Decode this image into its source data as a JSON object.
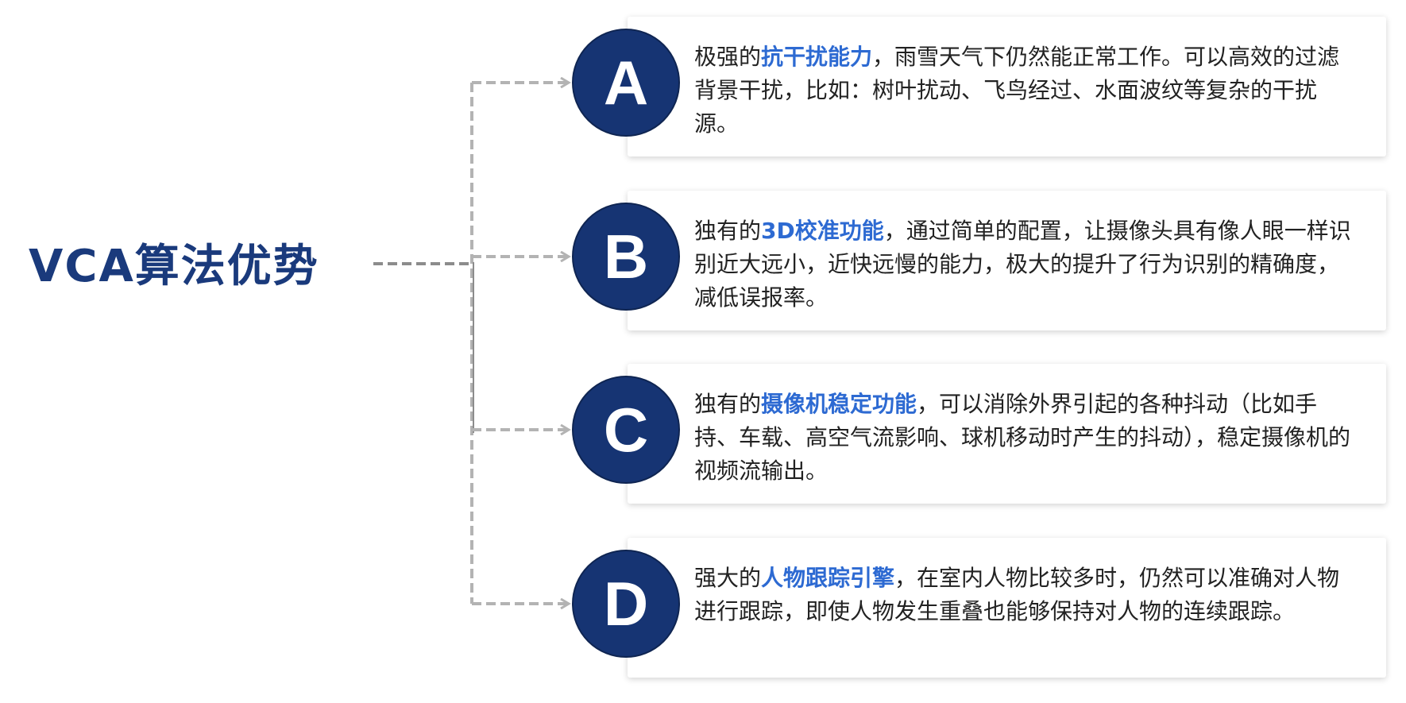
{
  "title": "VCA算法优势",
  "items": [
    {
      "letter": "A",
      "prefix": "极强的",
      "highlight": "抗干扰能力",
      "suffix": "，雨雪天气下仍然能正常工作。可以高效的过滤背景干扰，比如：树叶扰动、飞鸟经过、水面波纹等复杂的干扰源。"
    },
    {
      "letter": "B",
      "prefix": "独有的",
      "highlight": "3D校准功能",
      "suffix": "，通过简单的配置，让摄像头具有像人眼一样识别近大远小，近快远慢的能力，极大的提升了行为识别的精确度，减低误报率。"
    },
    {
      "letter": "C",
      "prefix": "独有的",
      "highlight": "摄像机稳定功能",
      "suffix": "，可以消除外界引起的各种抖动（比如手持、车载、高空气流影响、球机移动时产生的抖动），稳定摄像机的视频流输出。"
    },
    {
      "letter": "D",
      "prefix": "强大的",
      "highlight": "人物跟踪引擎",
      "suffix": "，在室内人物比较多时，仍然可以准确对人物进行跟踪，即使人物发生重叠也能够保持对人物的连续跟踪。"
    }
  ],
  "colors": {
    "badge": "#163473",
    "title": "#1a3a7c",
    "highlight": "#2d6ad2",
    "connector": "#b3b3b3"
  }
}
